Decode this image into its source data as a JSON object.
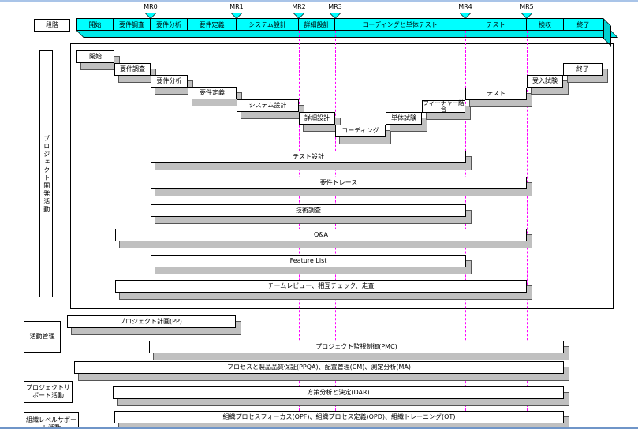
{
  "phase_header": {
    "label": "段階",
    "phases": [
      "開始",
      "要件調査",
      "要件分析",
      "要件定義",
      "システム設計",
      "詳細設計",
      "コーディングと単体テスト",
      "テスト",
      "検収",
      "終了"
    ],
    "milestones": [
      "MR0",
      "MR1",
      "MR2",
      "MR3",
      "MR4",
      "MR5"
    ]
  },
  "dev_activities": {
    "label": "プロジェクト開発活動",
    "steps": [
      "開始",
      "要件調査",
      "要件分析",
      "要件定義",
      "システム設計",
      "詳細設計",
      "コーディング",
      "単体試験",
      "フィーチャー結合",
      "テスト",
      "受入試験",
      "終了"
    ],
    "bars": [
      "テスト設計",
      "要件トレース",
      "技術調査",
      "Q&A",
      "Feature List",
      "チームレビュー、相互チェック、走査"
    ]
  },
  "management": {
    "label": "活動管理",
    "bars": [
      "プロジェクト計画(PP)",
      "プロジェクト監視制御(PMC)",
      "プロセスと製品品質保証(PPQA)、配置管理(CM)、測定分析(MA)"
    ]
  },
  "project_support": {
    "label": "プロジェクトサポート活動",
    "bars": [
      "方策分析と決定(DAR)"
    ]
  },
  "org_support": {
    "label": "組織レベルサポート活動",
    "bars": [
      "組織プロセスフォーカス(OPF)、組織プロセス定義(OPD)、組織トレーニング(OT)"
    ]
  },
  "colors": {
    "phase": "#00ffff",
    "milestone_line": "#ff00ff",
    "shadow": "#c0c0c0"
  }
}
